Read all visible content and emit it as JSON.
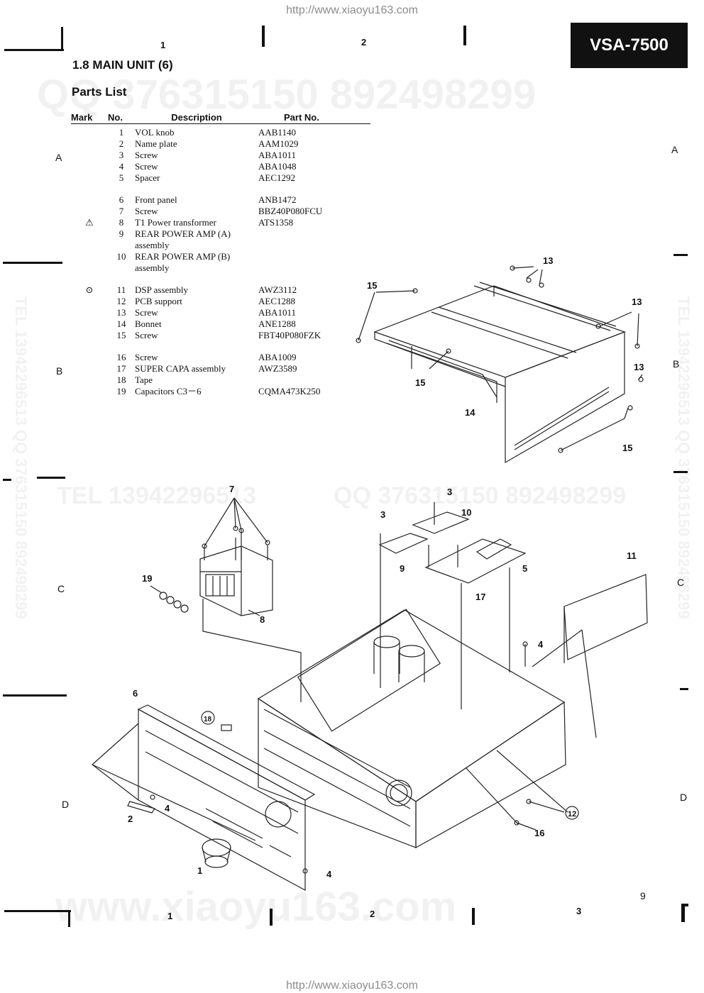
{
  "header": {
    "url_top": "http://www.xiaoyu163.com",
    "url_bottom": "http://www.xiaoyu163.com",
    "model": "VSA-7500",
    "section_title": "1.8  MAIN UNIT (6)",
    "subtitle": "Parts List"
  },
  "grid": {
    "columns_top": [
      "1",
      "2"
    ],
    "columns_bottom": [
      "1",
      "2",
      "3"
    ],
    "rows": [
      "A",
      "B",
      "C",
      "D"
    ]
  },
  "page_number": "9",
  "watermarks": {
    "qq_top": "QQ 376315150  892498299",
    "tel_mid": "TEL 13942296513",
    "qq_mid": "QQ 376315150  892498299",
    "site_bottom": "www.xiaoyu163.com",
    "vertical_left": "TEL 13942296513  QQ 376315150  892498299",
    "vertical_right": "TEL 13942296513  QQ 376315150  892498299"
  },
  "parts_table": {
    "headers": {
      "mark": "Mark",
      "no": "No.",
      "description": "Description",
      "part_no": "Part No."
    },
    "groups": [
      [
        {
          "mark": "",
          "no": "1",
          "desc": "VOL  knob",
          "part": "AAB1140"
        },
        {
          "mark": "",
          "no": "2",
          "desc": "Name  plate",
          "part": "AAM1029"
        },
        {
          "mark": "",
          "no": "3",
          "desc": "Screw",
          "part": "ABA1011"
        },
        {
          "mark": "",
          "no": "4",
          "desc": "Screw",
          "part": "ABA1048"
        },
        {
          "mark": "",
          "no": "5",
          "desc": "Spacer",
          "part": "AEC1292"
        }
      ],
      [
        {
          "mark": "",
          "no": "6",
          "desc": "Front  panel",
          "part": "ANB1472"
        },
        {
          "mark": "",
          "no": "7",
          "desc": "Screw",
          "part": "BBZ40P080FCU"
        },
        {
          "mark": "⚠",
          "no": "8",
          "desc": "T1  Power  transformer",
          "part": "ATS1358"
        },
        {
          "mark": "",
          "no": "9",
          "desc": "REAR  POWER  AMP  (A)\nassembly",
          "part": ""
        },
        {
          "mark": "",
          "no": "10",
          "desc": "REAR  POWER  AMP  (B)\nassembly",
          "part": ""
        }
      ],
      [
        {
          "mark": "⊙",
          "no": "11",
          "desc": "DSP  assembly",
          "part": "AWZ3112"
        },
        {
          "mark": "",
          "no": "12",
          "desc": "PCB  support",
          "part": "AEC1288"
        },
        {
          "mark": "",
          "no": "13",
          "desc": "Screw",
          "part": "ABA1011"
        },
        {
          "mark": "",
          "no": "14",
          "desc": "Bonnet",
          "part": "ANE1288"
        },
        {
          "mark": "",
          "no": "15",
          "desc": "Screw",
          "part": "FBT40P080FZK"
        }
      ],
      [
        {
          "mark": "",
          "no": "16",
          "desc": "Screw",
          "part": "ABA1009"
        },
        {
          "mark": "",
          "no": "17",
          "desc": "SUPER  CAPA  assembly",
          "part": "AWZ3589"
        },
        {
          "mark": "",
          "no": "18",
          "desc": "Tape",
          "part": ""
        },
        {
          "mark": "",
          "no": "19",
          "desc": "Capacitors  C3－6",
          "part": "CQMA473K250"
        }
      ]
    ]
  },
  "callouts": {
    "c13a": "13",
    "c13b": "13",
    "c13c": "13",
    "c15a": "15",
    "c15b": "15",
    "c15c": "15",
    "c14": "14",
    "c7": "7",
    "c19": "19",
    "c8": "8",
    "c3a": "3",
    "c3b": "3",
    "c10": "10",
    "c9": "9",
    "c5": "5",
    "c17": "17",
    "c11": "11",
    "c4a": "4",
    "c6": "6",
    "c18": "18",
    "c2": "2",
    "c4b": "4",
    "c1": "1",
    "c4c": "4",
    "c12": "12",
    "c16": "16"
  }
}
